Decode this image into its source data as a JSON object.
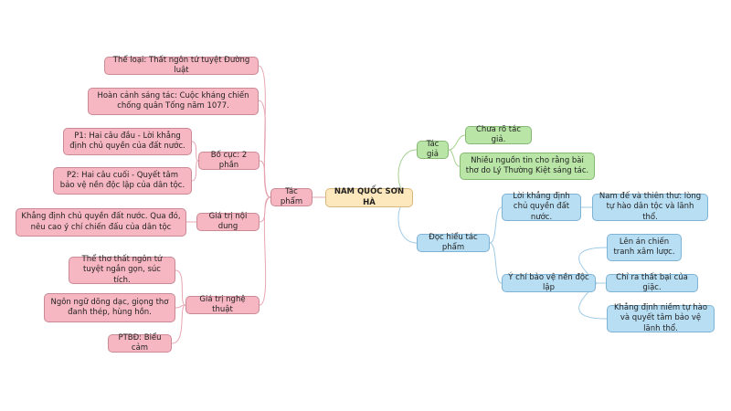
{
  "root": "NAM QUỐC SƠN HÀ",
  "left": {
    "tac_pham": "Tác phẩm",
    "the_loai": "Thể loại: Thất ngôn tứ tuyệt Đường luật",
    "hoan_canh": "Hoàn cảnh sáng tác: Cuộc kháng chiến chống quân Tống năm 1077.",
    "bo_cuc": "Bố cục: 2 phần",
    "p1": "P1: Hai câu đầu - Lời khẳng định chủ quyền của đất nước.",
    "p2": "P2: Hai câu cuối - Quyết tâm bảo vệ nền độc lập của dân tộc.",
    "gia_tri_noi_dung": "Giá trị nội dung",
    "khang_dinh": "Khẳng định chủ quyền đất nước. Qua đó, nêu cao ý chí chiến đấu của dân tộc",
    "gia_tri_nghe_thuat": "Giá trị nghệ thuật",
    "the_tho": "Thể thơ thất ngôn tứ tuyệt ngắn gọn, súc tích.",
    "ngon_ngu": "Ngôn ngữ dõng dạc, giọng thơ đanh thép, hùng hồn.",
    "ptbd": "PTBĐ: Biểu cảm"
  },
  "right": {
    "tac_gia": "Tác giả",
    "chua_ro": "Chưa rõ tác giả.",
    "nhieu_nguon": "Nhiều nguồn tin cho rằng bài thơ do Lý Thường Kiệt sáng tác.",
    "doc_hieu": "Đọc hiểu tác phẩm",
    "loi_khang_dinh": "Lời khẳng định chủ quyền đất nước.",
    "nam_de": "Nam đế và thiên thư: lòng tự hào dân tộc và lãnh thổ.",
    "y_chi": "Ý chí bảo vệ nền độc lập",
    "len_an": "Lên án chiến tranh xâm lược.",
    "chi_ra": "Chỉ ra thất bại của giặc.",
    "khang_dinh_niem": "Khẳng định niềm tự hào và quyết tâm bảo vệ lãnh thổ."
  },
  "colors": {
    "pink_fill": "#f6b7c2",
    "green_fill": "#b9e6a7",
    "blue_fill": "#b8def3",
    "root_fill": "#fde7bd"
  }
}
